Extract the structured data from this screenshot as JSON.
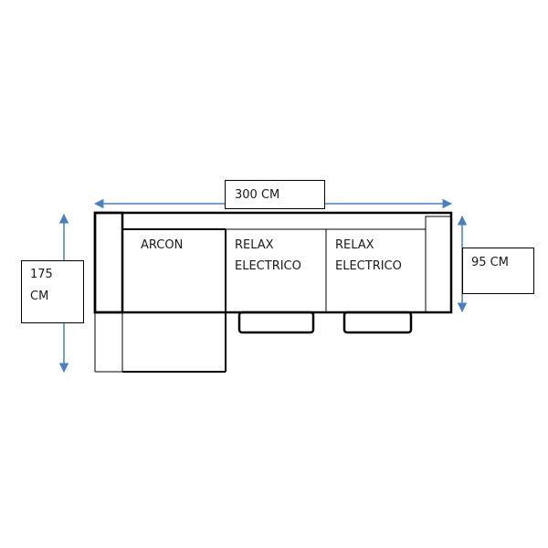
{
  "modules": {
    "chaise": "ARCON",
    "seat1": [
      "RELAX",
      "ELECTRICO"
    ],
    "seat2": [
      "RELAX",
      "ELECTRICO"
    ]
  },
  "dimensions": {
    "width": "300 CM",
    "depth_total": [
      "175",
      "CM"
    ],
    "depth_seat": "95 CM"
  },
  "colors": {
    "outline": "#000000",
    "arrow": "#4a7fc0"
  }
}
